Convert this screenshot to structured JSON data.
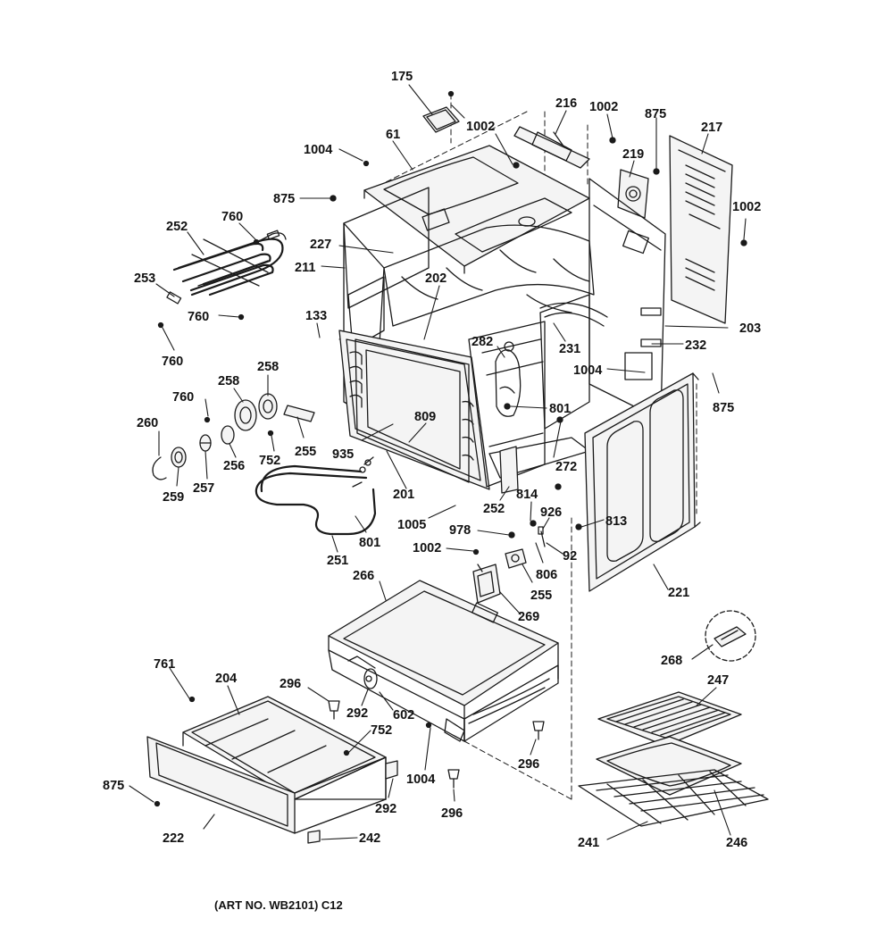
{
  "labels": {
    "l175": "175",
    "l1002a": "1002",
    "l216": "216",
    "l1002b": "1002",
    "l875a": "875",
    "l217": "217",
    "l1004a": "1004",
    "l61": "61",
    "l219": "219",
    "l875b": "875",
    "l1002c": "1002",
    "l760a": "760",
    "l252a": "252",
    "l227": "227",
    "l211": "211",
    "l253": "253",
    "l202": "202",
    "l760b": "760",
    "l203": "203",
    "l133": "133",
    "l282": "282",
    "l231": "231",
    "l760c": "760",
    "l232": "232",
    "l1004b": "1004",
    "l258a": "258",
    "l258b": "258",
    "l760d": "760",
    "l875c": "875",
    "l809": "809",
    "l801a": "801",
    "l260": "260",
    "l935": "935",
    "l752a": "752",
    "l255a": "255",
    "l256": "256",
    "l272": "272",
    "l259": "259",
    "l257": "257",
    "l201": "201",
    "l814": "814",
    "l252b": "252",
    "l1005": "1005",
    "l926": "926",
    "l813": "813",
    "l978": "978",
    "l801b": "801",
    "l1002d": "1002",
    "l92": "92",
    "l806": "806",
    "l251": "251",
    "l266": "266",
    "l255b": "255",
    "l221": "221",
    "l269": "269",
    "l268": "268",
    "l761": "761",
    "l204": "204",
    "l296a": "296",
    "l247": "247",
    "l292a": "292",
    "l602": "602",
    "l752b": "752",
    "l296b": "296",
    "l875d": "875",
    "l1004c": "1004",
    "l292b": "292",
    "l296c": "296",
    "l222": "222",
    "l242": "242",
    "l241": "241",
    "l246": "246"
  },
  "art_number": "(ART NO. WB2101) C12"
}
